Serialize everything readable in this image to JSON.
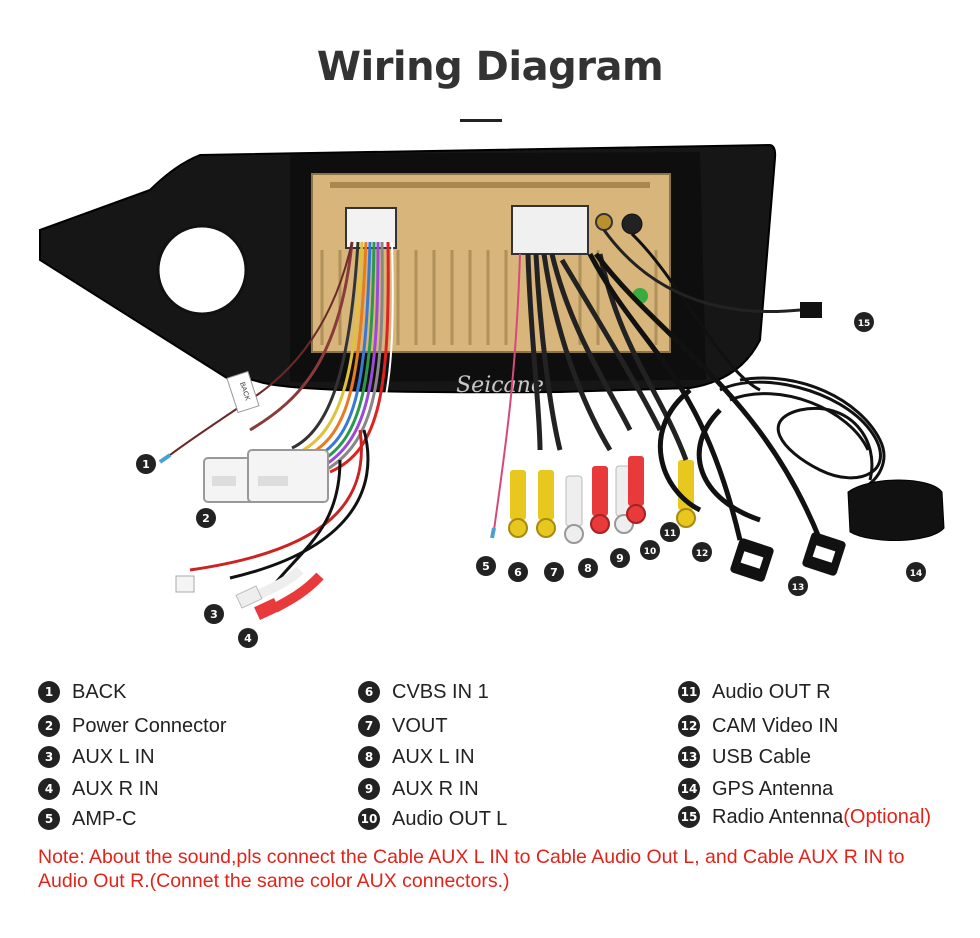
{
  "title": "Wiring Diagram",
  "watermark": "Seicane",
  "colors": {
    "note": "#e2231a",
    "badge": "#222222",
    "title": "#333333",
    "board": "#d8b57a"
  },
  "label_tags": {
    "back": "BACK"
  },
  "legend": [
    {
      "num": "1",
      "label": "BACK"
    },
    {
      "num": "2",
      "label": "Power Connector"
    },
    {
      "num": "3",
      "label": "AUX L IN"
    },
    {
      "num": "4",
      "label": "AUX R IN"
    },
    {
      "num": "5",
      "label": "AMP-C"
    },
    {
      "num": "6",
      "label": "CVBS IN 1"
    },
    {
      "num": "7",
      "label": "VOUT"
    },
    {
      "num": "8",
      "label": "AUX L IN"
    },
    {
      "num": "9",
      "label": "AUX R IN"
    },
    {
      "num": "10",
      "label": "Audio OUT L"
    },
    {
      "num": "11",
      "label": "Audio OUT R"
    },
    {
      "num": "12",
      "label": "CAM Video IN"
    },
    {
      "num": "13",
      "label": "USB Cable"
    },
    {
      "num": "14",
      "label": "GPS Antenna"
    },
    {
      "num": "15",
      "label": "Radio Antenna",
      "optional": "(Optional)"
    }
  ],
  "note": "Note: About the sound,pls connect the Cable AUX L IN to Cable Audio Out L, and Cable AUX R IN to  Audio Out R.(Connet the same color AUX connectors.)"
}
